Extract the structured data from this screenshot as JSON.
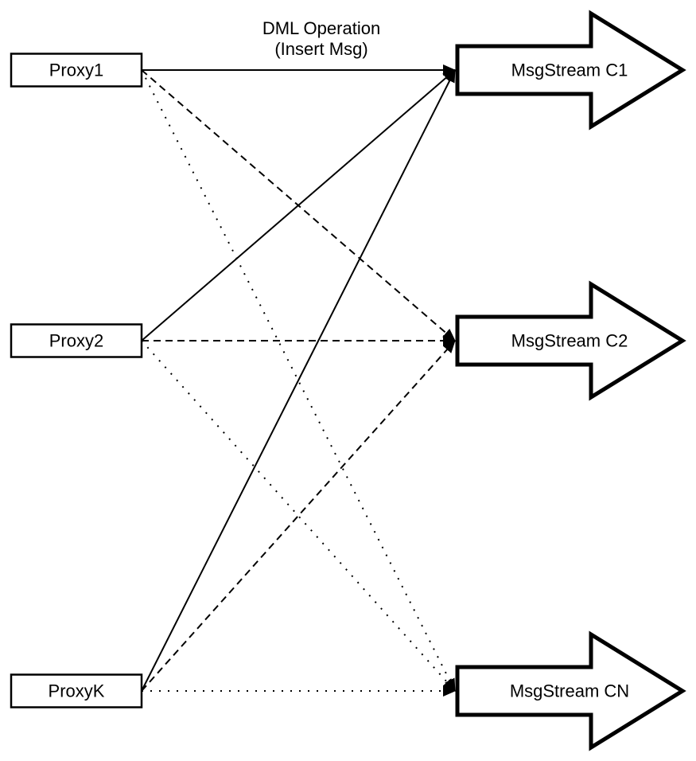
{
  "edge_label": {
    "line1": "DML Operation",
    "line2": "(Insert Msg)"
  },
  "proxies": [
    {
      "label": "Proxy1"
    },
    {
      "label": "Proxy2"
    },
    {
      "label": "ProxyK"
    }
  ],
  "streams": [
    {
      "label": "MsgStream C1"
    },
    {
      "label": "MsgStream C2"
    },
    {
      "label": "MsgStream CN"
    }
  ],
  "connections": [
    {
      "from": "Proxy1",
      "to": "MsgStream C1",
      "style": "solid"
    },
    {
      "from": "Proxy1",
      "to": "MsgStream C2",
      "style": "dashed"
    },
    {
      "from": "Proxy1",
      "to": "MsgStream CN",
      "style": "dotted"
    },
    {
      "from": "Proxy2",
      "to": "MsgStream C1",
      "style": "solid"
    },
    {
      "from": "Proxy2",
      "to": "MsgStream C2",
      "style": "dashed"
    },
    {
      "from": "Proxy2",
      "to": "MsgStream CN",
      "style": "dotted"
    },
    {
      "from": "ProxyK",
      "to": "MsgStream C1",
      "style": "solid"
    },
    {
      "from": "ProxyK",
      "to": "MsgStream C2",
      "style": "dashed"
    },
    {
      "from": "ProxyK",
      "to": "MsgStream CN",
      "style": "dotted"
    }
  ],
  "colors": {
    "stroke": "#000000",
    "fill": "#ffffff",
    "text": "#000000",
    "background": "#ffffff"
  }
}
